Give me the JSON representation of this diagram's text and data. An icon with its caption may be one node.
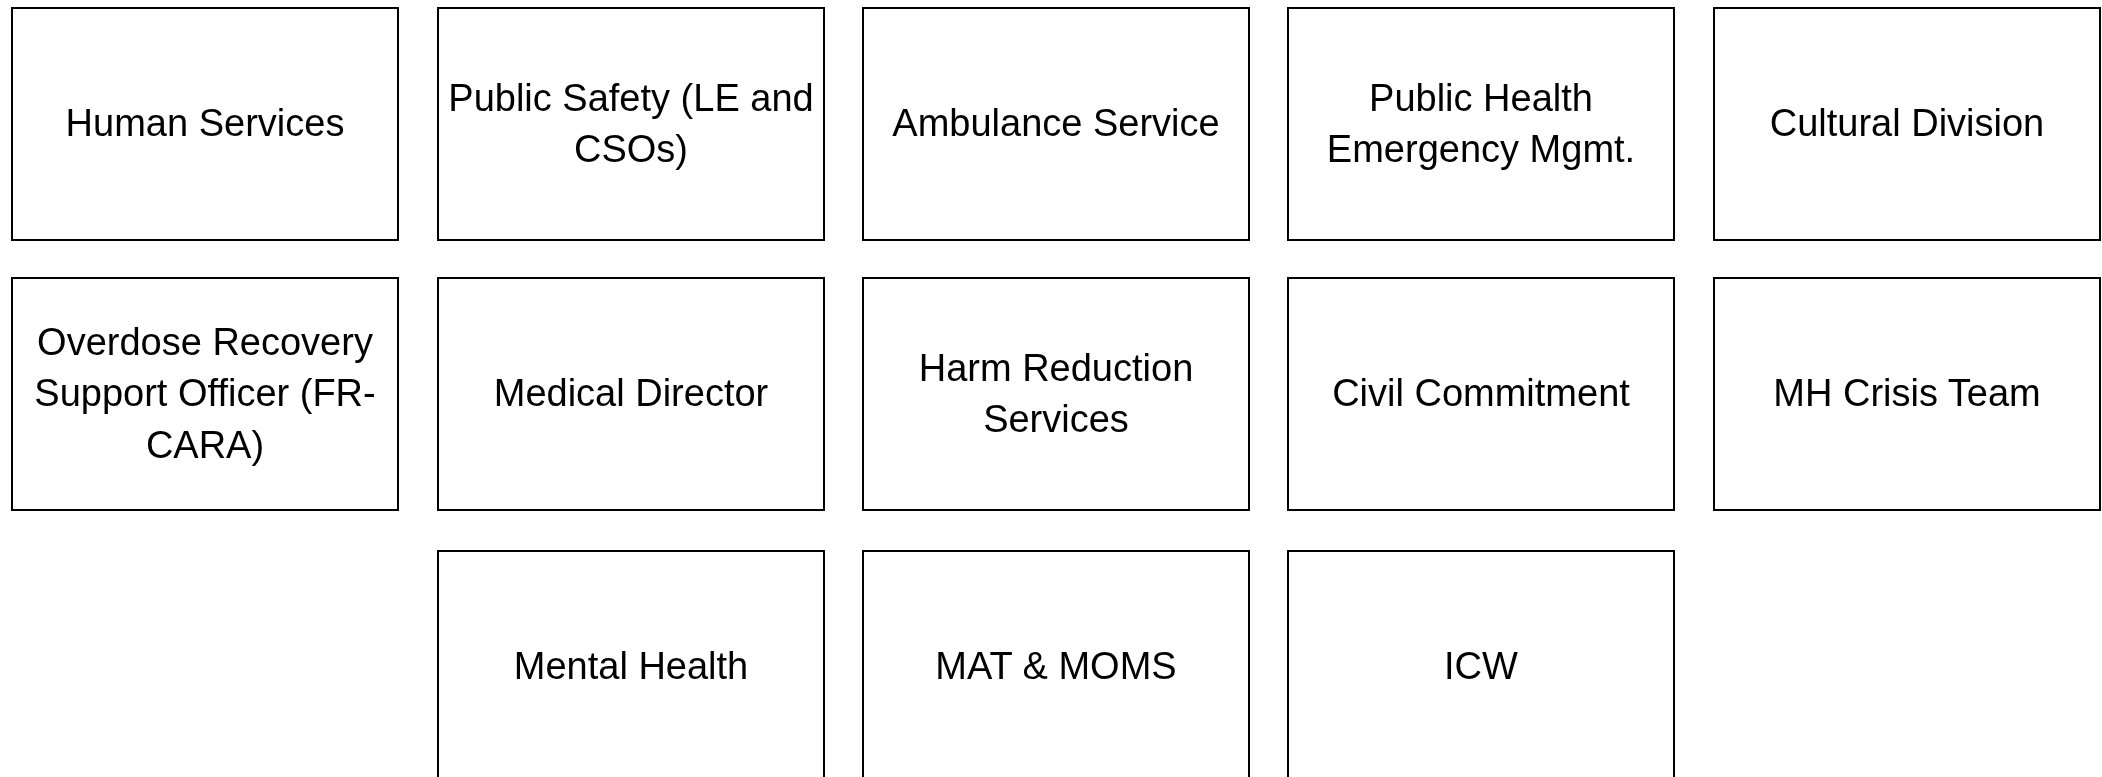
{
  "diagram": {
    "nodes": [
      {
        "text": [
          "Human Services"
        ]
      },
      {
        "text": [
          "Public Safety (LE and CSOs)"
        ]
      },
      {
        "text": [
          "Ambulance Service"
        ]
      },
      {
        "text": [
          "Public Health Emergency Mgmt."
        ]
      },
      {
        "text": [
          "Cultural Division"
        ]
      },
      {
        "text": [
          "Overdose Recovery Support Officer (FR-CARA)"
        ]
      },
      {
        "text": [
          "Medical Director"
        ]
      },
      {
        "text": [
          "Harm Reduction Services"
        ]
      },
      {
        "text": [
          "Civil Commitment"
        ]
      },
      {
        "text": [
          "MH Crisis Team"
        ]
      },
      {
        "text": [
          "Mental Health"
        ]
      },
      {
        "text": [
          "MAT & MOMS"
        ]
      },
      {
        "text": [
          "ICW"
        ]
      }
    ]
  }
}
